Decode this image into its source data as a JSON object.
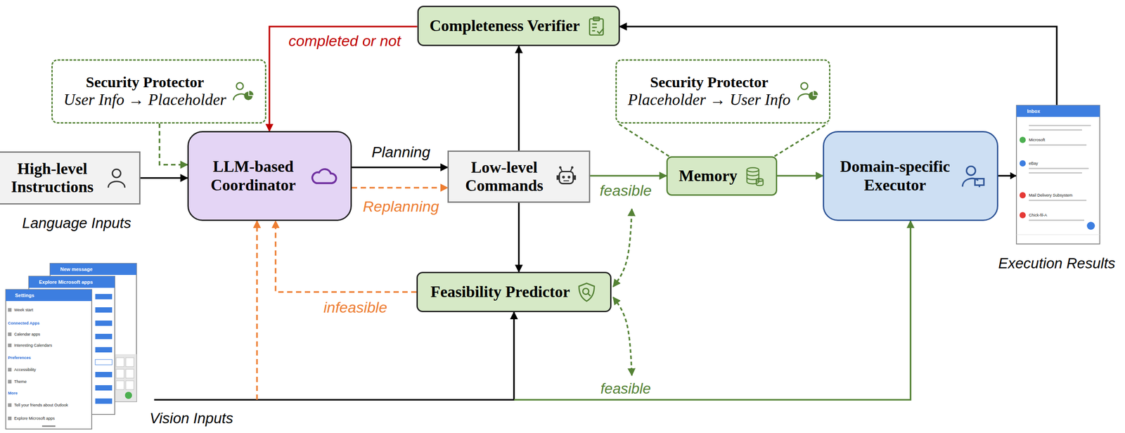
{
  "diagram": {
    "nodes": [
      {
        "text": [
          "Completeness Verifier"
        ]
      },
      {
        "text": [
          "Security Protector",
          "User Info → Placeholder"
        ]
      },
      {
        "text": [
          "Security Protector",
          "Placeholder → User Info"
        ]
      },
      {
        "text": [
          "High-level Instructions"
        ]
      },
      {
        "text": [
          "LLM-based Coordinator"
        ]
      },
      {
        "text": [
          "Low-level Commands"
        ]
      },
      {
        "text": [
          "Memory"
        ]
      },
      {
        "text": [
          "Domain-specific Executor"
        ]
      },
      {
        "text": [
          "Feasibility Predictor"
        ]
      }
    ],
    "edges": [
      {
        "from": 3,
        "to": 4,
        "arrow": "to"
      },
      {
        "from": 1,
        "to": 4,
        "arrow": "to"
      },
      {
        "from": 4,
        "to": 5,
        "arrow": "to",
        "label": "Planning"
      },
      {
        "from": 4,
        "to": 5,
        "arrow": "to",
        "label": "Replanning"
      },
      {
        "from": 5,
        "to": 0,
        "arrow": "to"
      },
      {
        "from": 5,
        "to": 8,
        "arrow": "to"
      },
      {
        "from": 8,
        "to": 4,
        "arrow": "to",
        "label": "infeasible"
      },
      {
        "from": 5,
        "to": 6,
        "arrow": "to",
        "label": "feasible"
      },
      {
        "from": 6,
        "to": 7,
        "arrow": "to"
      },
      {
        "from": 7,
        "to": 0,
        "arrow": "to"
      },
      {
        "from": 0,
        "to": 4,
        "arrow": "to",
        "label": "completed or not"
      },
      {
        "from": 6,
        "to": 2,
        "arrow": "none"
      }
    ],
    "labels": [
      "Language Inputs",
      "Vision Inputs",
      "Execution Results",
      "feasible",
      "Settings",
      "Week start",
      "Connected Apps",
      "Calendar apps",
      "Interesting Calendars",
      "Preferences",
      "Accessibility",
      "Theme",
      "More",
      "Tell your friends about Outlook",
      "Explore Microsoft apps",
      "Explore Microsoft apps",
      "New message",
      "Inbox",
      "Microsoft",
      "eBay",
      "Mail Delivery Subsystem",
      "Chick-fil-A"
    ]
  }
}
